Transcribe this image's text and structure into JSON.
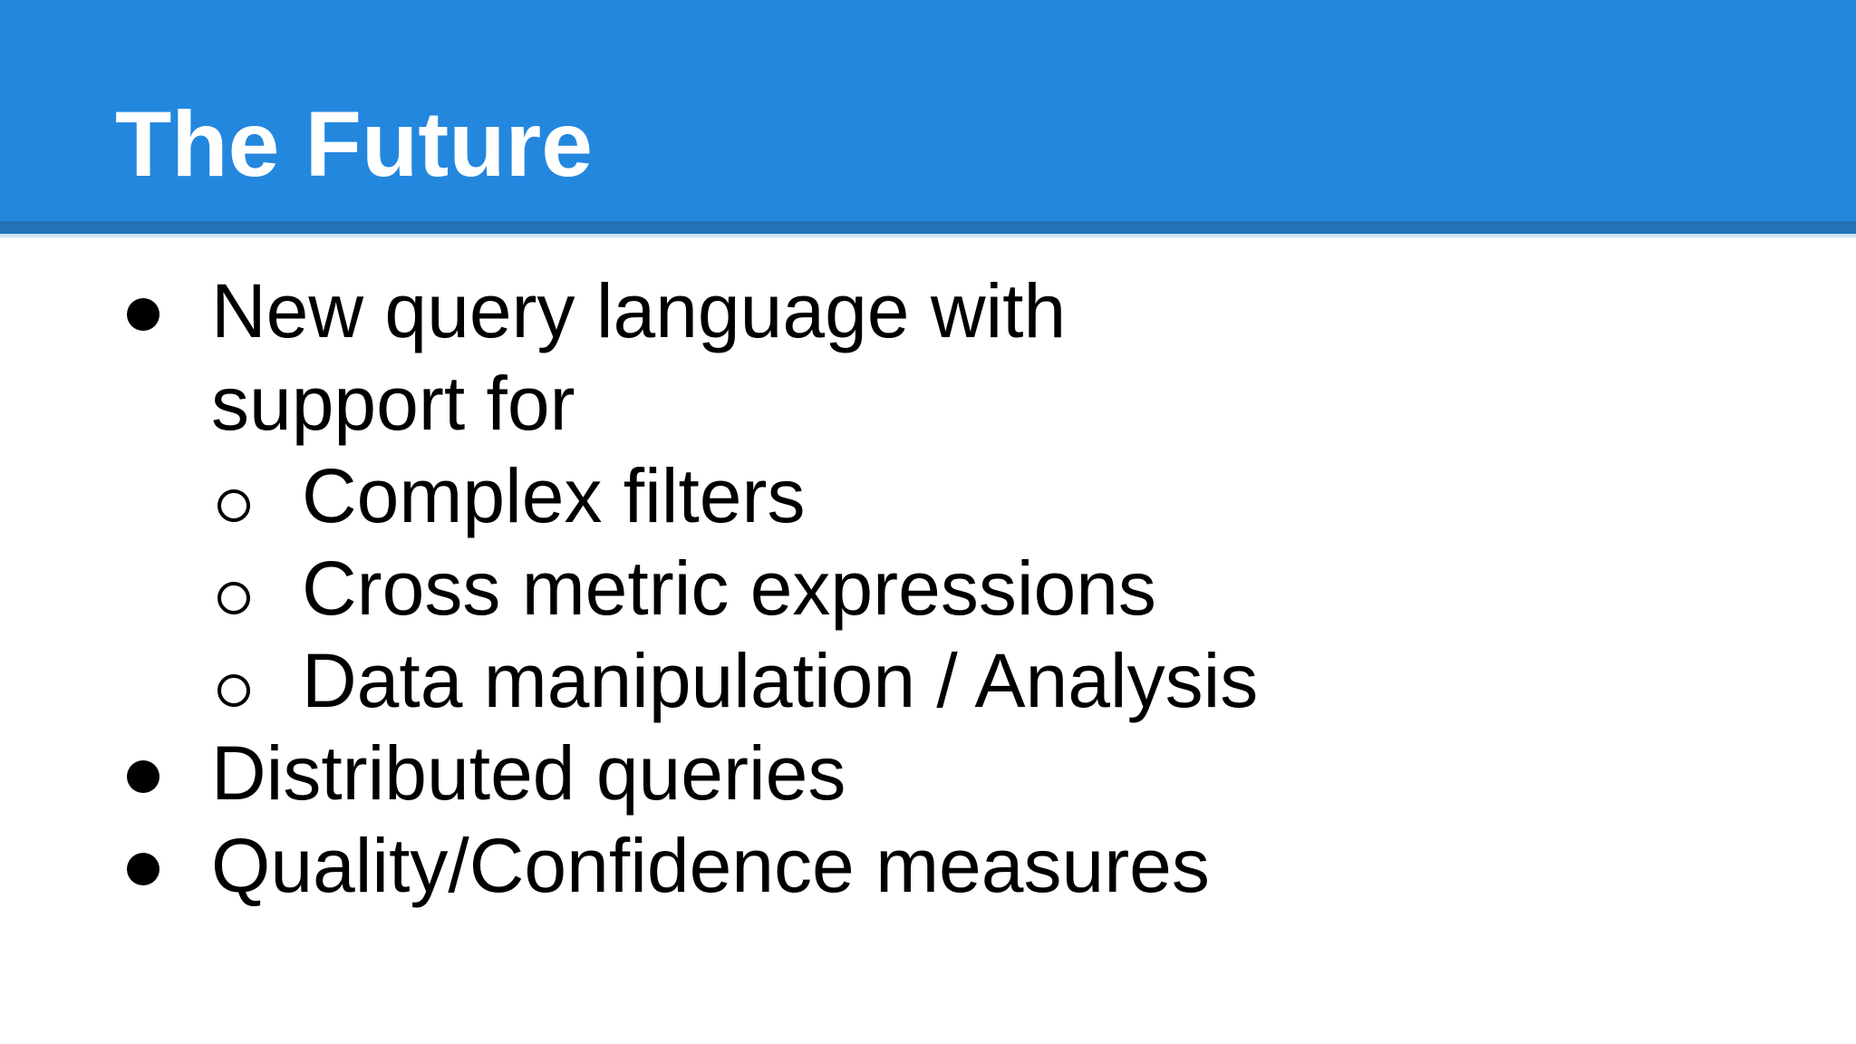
{
  "slide": {
    "title": "The Future",
    "lines": [
      {
        "level": 1,
        "bullet": "filled-dot",
        "text": "New query language with"
      },
      {
        "level": 1,
        "bullet": "none",
        "text": "support for"
      },
      {
        "level": 2,
        "bullet": "hollow-circle",
        "text": "Complex filters"
      },
      {
        "level": 2,
        "bullet": "hollow-circle",
        "text": "Cross metric expressions"
      },
      {
        "level": 2,
        "bullet": "hollow-circle",
        "text": "Data manipulation / Analysis"
      },
      {
        "level": 1,
        "bullet": "filled-dot",
        "text": "Distributed queries"
      },
      {
        "level": 1,
        "bullet": "filled-dot",
        "text": "Quality/Confidence measures"
      }
    ],
    "theme": {
      "header_background": "#2387DE",
      "header_strip": "#2173B5",
      "header_strip_light": "#CDE1F3",
      "title_color": "#FFFFFF",
      "body_text_color": "#000000",
      "slide_background": "#FFFFFF"
    }
  }
}
